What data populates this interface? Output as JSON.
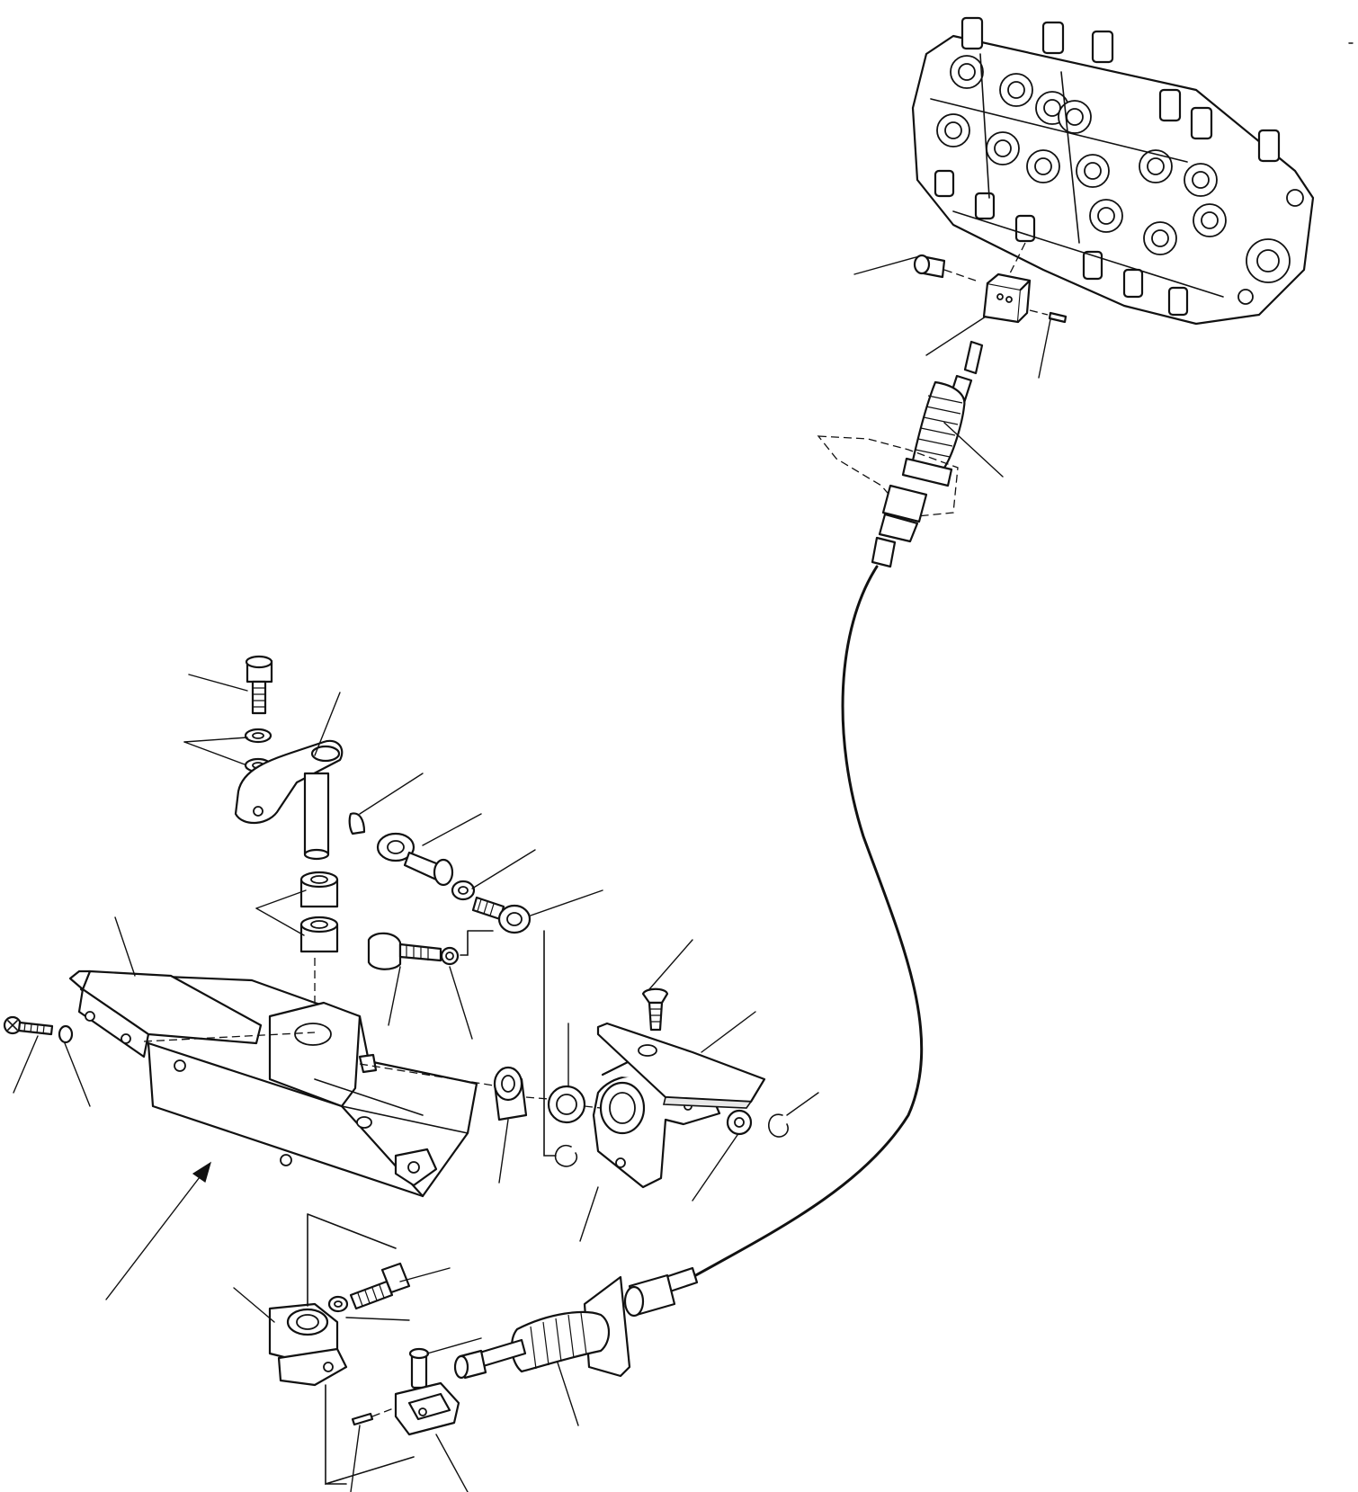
{
  "figure": {
    "style": "exploded-parts-line-drawing",
    "colors": {
      "ink": "#111111",
      "paper": "#ffffff"
    },
    "assemblies": [
      "control-valve-block",
      "cable-clevis",
      "push-pull-control-cable",
      "pedal-lever",
      "pedal-frame",
      "bearing-bracket",
      "lower-cable-clevis",
      "lower-pivot-bracket"
    ]
  }
}
